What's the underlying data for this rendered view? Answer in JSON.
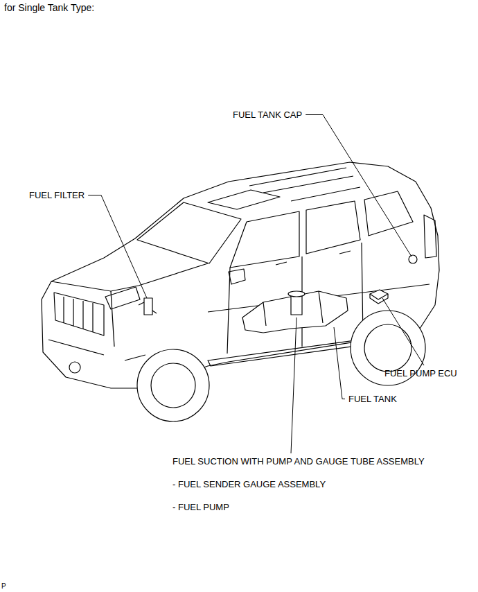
{
  "diagram": {
    "title": "for Single Tank Type:",
    "labels": [
      "FUEL TANK CAP",
      "FUEL FILTER",
      "FUEL PUMP ECU",
      "FUEL TANK",
      "FUEL SUCTION WITH PUMP AND GAUGE TUBE ASSEMBLY",
      "- FUEL SENDER GAUGE ASSEMBLY",
      "- FUEL PUMP",
      "P"
    ]
  }
}
